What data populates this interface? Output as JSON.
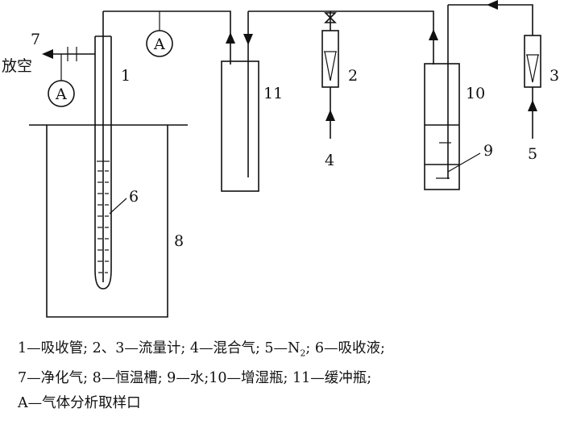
{
  "labels": {
    "n1": "1",
    "n2": "2",
    "n3": "3",
    "n4": "4",
    "n5": "5",
    "n6": "6",
    "n7": "7",
    "n8": "8",
    "n9": "9",
    "n10": "10",
    "n11": "11",
    "vent": "放空",
    "analyzer": "A"
  },
  "caption": {
    "line1_a": "1—吸收管; 2、3—流量计; 4—混合气; 5—N",
    "line1_sub": "2",
    "line1_b": "; 6—吸收液;",
    "line2": "7—净化气; 8—恒温槽; 9—水;10—增湿瓶; 11—缓冲瓶;",
    "line3": "A—气体分析取样口"
  }
}
